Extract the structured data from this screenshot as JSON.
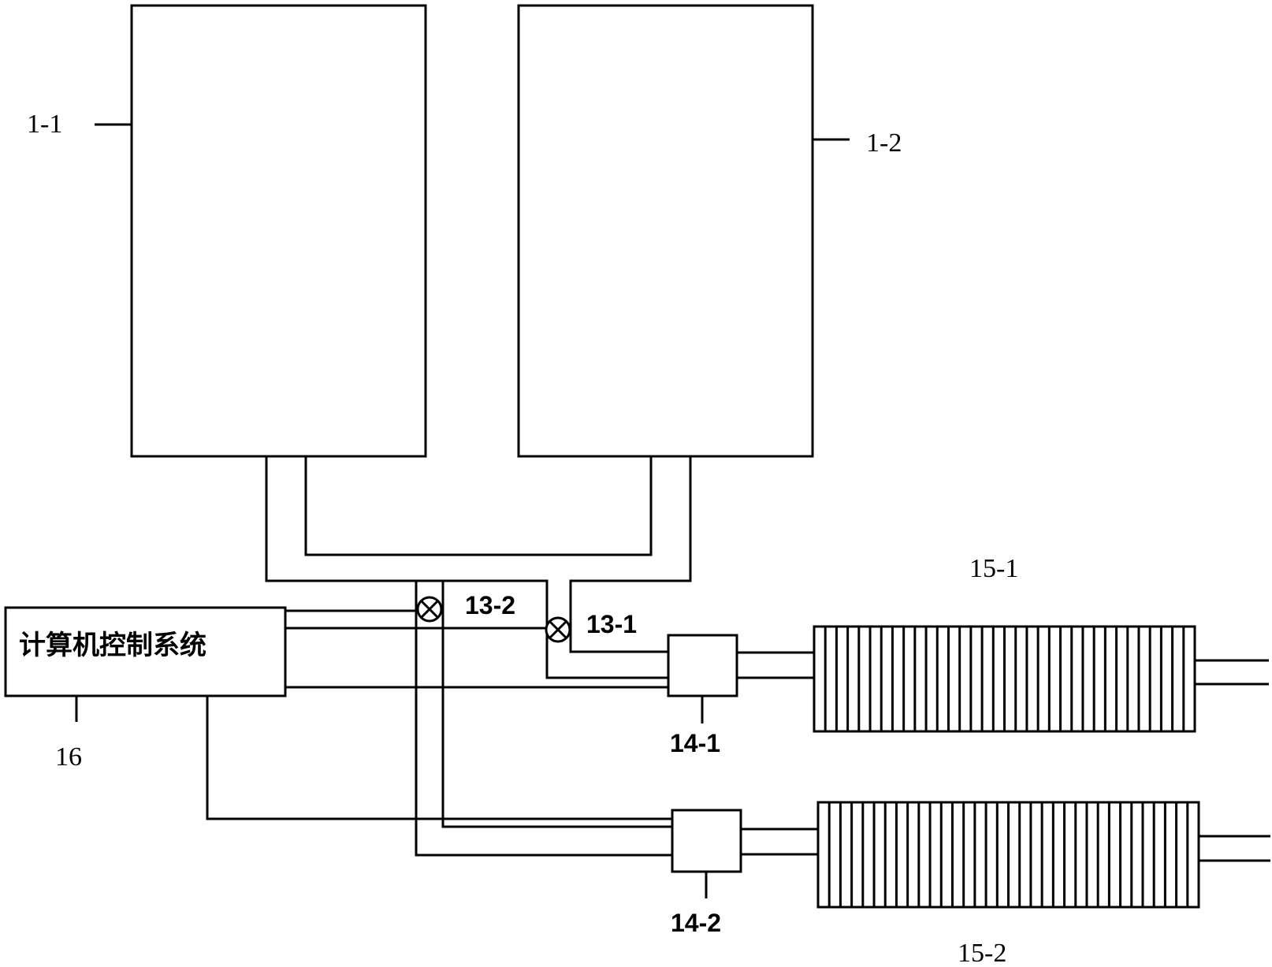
{
  "labels": {
    "tank_left": "1-1",
    "tank_right": "1-2",
    "valve_13_2": "13-2",
    "valve_13_1": "13-1",
    "unit_14_1": "14-1",
    "unit_14_2": "14-2",
    "exchanger_top": "15-1",
    "exchanger_bottom": "15-2",
    "control_ref": "16",
    "control_system": "计算机控制系统"
  }
}
